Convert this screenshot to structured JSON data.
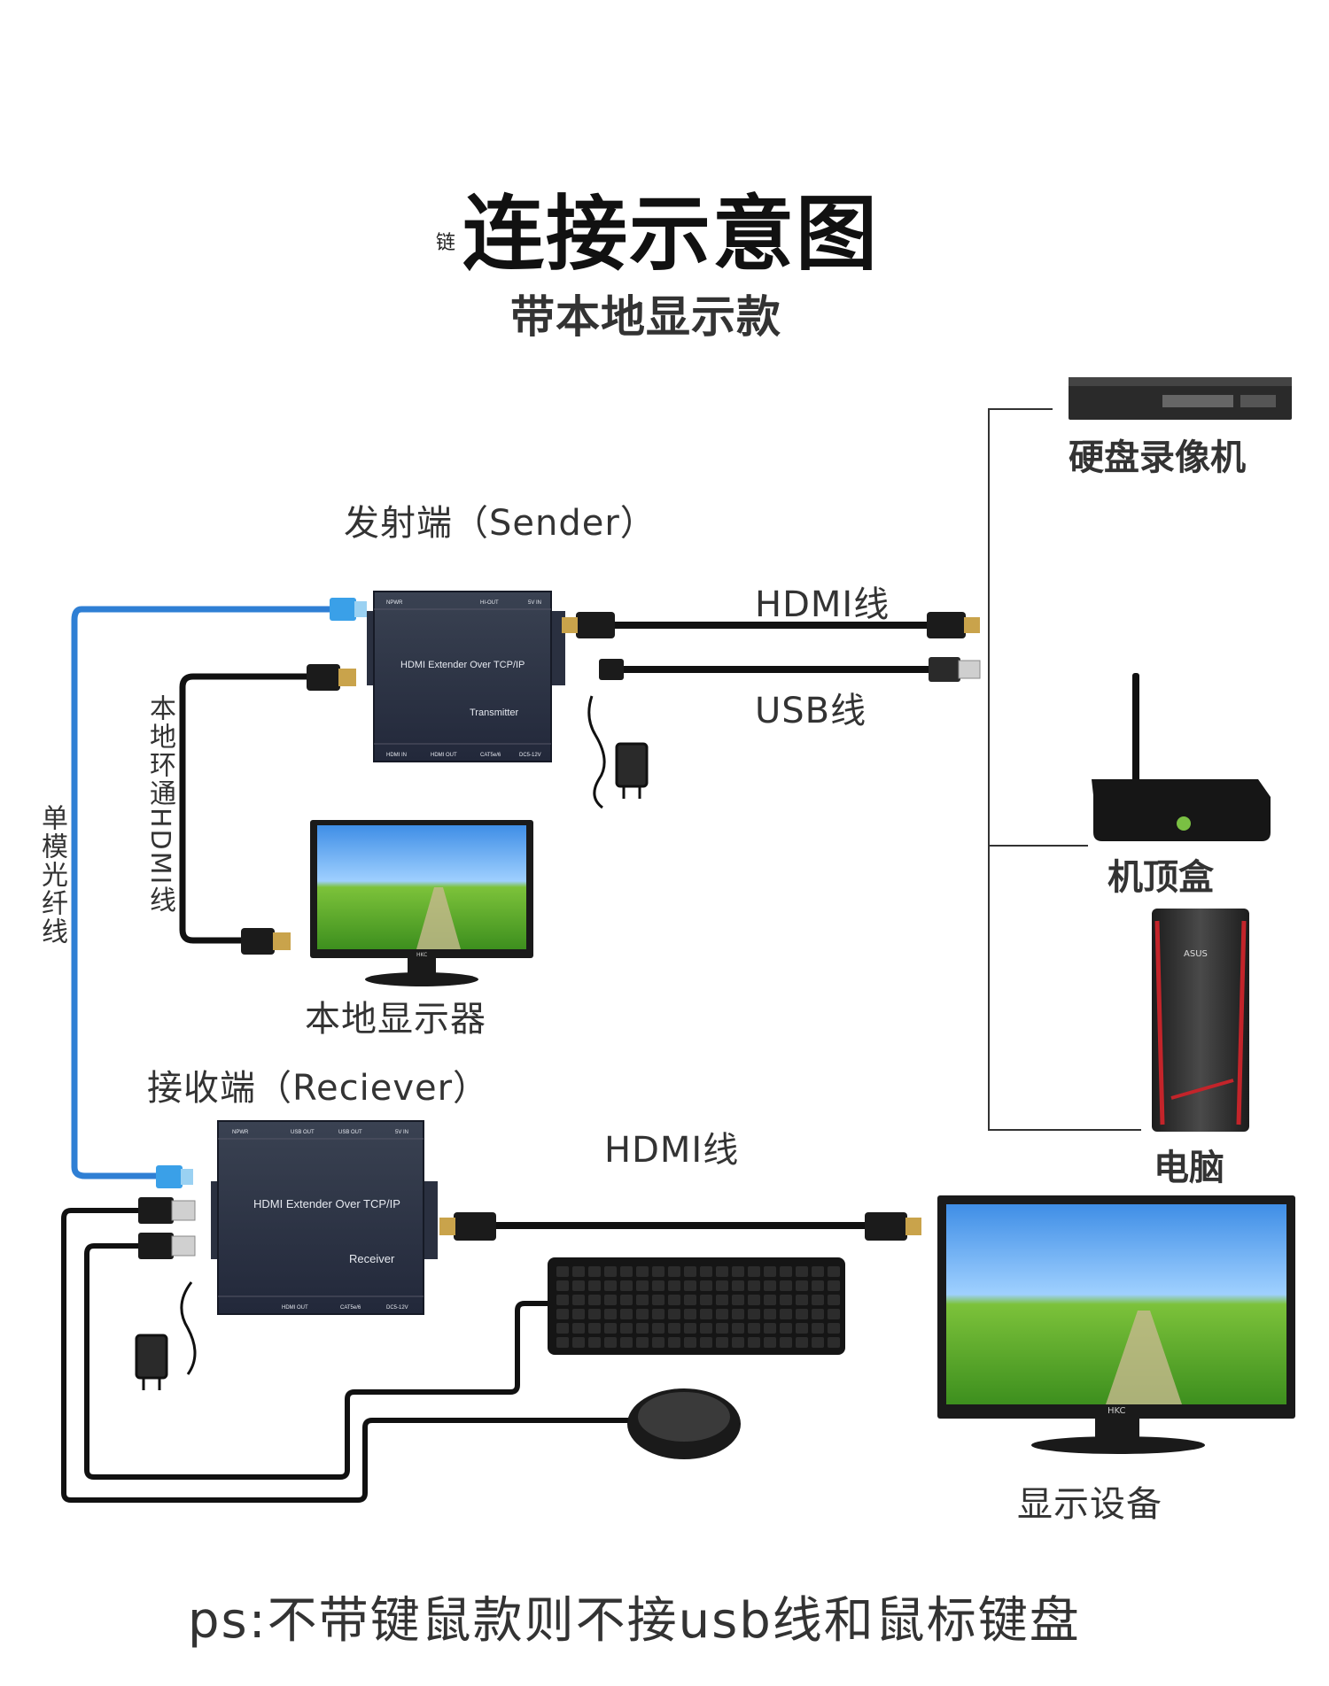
{
  "title_small": "链",
  "title": "连接示意图",
  "subtitle": "带本地显示款",
  "labels": {
    "sender": "发射端（Sender）",
    "receiver": "接收端（Reciever）",
    "hdmi_cable_top": "HDMI线",
    "usb_cable": "USB线",
    "hdmi_cable_bottom": "HDMI线",
    "loop_cable": "本地环通HDMI线",
    "fiber_cable": "单模光纤线",
    "local_monitor": "本地显示器",
    "nvr": "硬盘录像机",
    "set_top_box": "机顶盒",
    "computer": "电脑",
    "display": "显示设备"
  },
  "transmitter": {
    "title": "HDMI Extender Over TCP/IP",
    "role": "Transmitter",
    "top_ports": [
      "NPWR",
      "HI-OUT",
      "5V IN"
    ],
    "bottom_ports": [
      "HDMI IN",
      "HDMI OUT",
      "CAT5e/6",
      "DC5-12V"
    ]
  },
  "receiver": {
    "title": "HDMI Extender Over TCP/IP",
    "role": "Receiver",
    "top_ports": [
      "NPWR",
      "USB OUT",
      "USB OUT",
      "5V IN"
    ],
    "bottom_ports": [
      "HDMI OUT",
      "CAT5e/6",
      "DC5-12V"
    ]
  },
  "brands": {
    "monitor": "HKC",
    "pc": "ASUS"
  },
  "footer": "ps:不带键鼠款则不接usb线和鼠标键盘"
}
